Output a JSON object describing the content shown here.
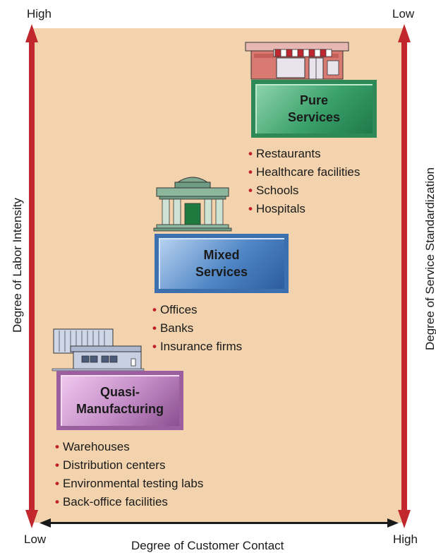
{
  "corners": {
    "top_left": "High",
    "top_right": "Low",
    "bottom_left": "Low",
    "bottom_right": "High"
  },
  "axes": {
    "left": "Degree of Labor Intensity",
    "right": "Degree of Service Standardization",
    "bottom": "Degree of Customer Contact"
  },
  "categories": [
    {
      "title_line1": "Pure",
      "title_line2": "Services",
      "icon": "storefront-icon",
      "examples": [
        "Restaurants",
        "Healthcare facilities",
        "Schools",
        "Hospitals"
      ]
    },
    {
      "title_line1": "Mixed",
      "title_line2": "Services",
      "icon": "bank-building-icon",
      "examples": [
        "Offices",
        "Banks",
        "Insurance firms"
      ]
    },
    {
      "title_line1": "Quasi-",
      "title_line2": "Manufacturing",
      "icon": "warehouse-icon",
      "examples": [
        "Warehouses",
        "Distribution centers",
        "Environmental testing labs",
        "Back-office facilities"
      ]
    }
  ],
  "colors": {
    "background_panel": "#f2d3ad",
    "arrow": "#c1272d",
    "pure_box": "#3aa06a",
    "mixed_box": "#4f86c6",
    "quasi_box": "#9b5e9e"
  }
}
